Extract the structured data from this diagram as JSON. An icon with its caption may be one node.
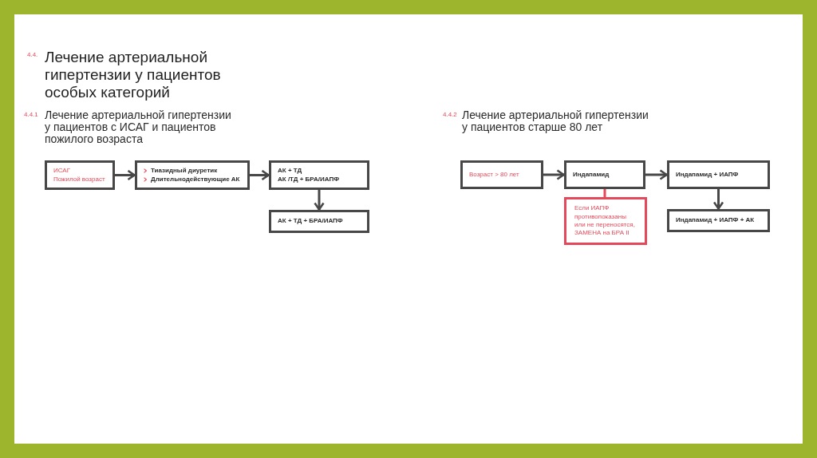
{
  "diagram": {
    "title": "Лечение артериальной гипертензии у пациентов особых категорий",
    "nodes": [
      {
        "text": [
          "ИСАГ",
          "Пожилой возраст"
        ]
      },
      {
        "text": [
          "Тиазидный диуретик",
          "Длительнодействующие АК"
        ]
      },
      {
        "text": [
          "АК + ТД",
          "АК /ТД + БРА/ИАПФ"
        ]
      },
      {
        "text": [
          "АК + ТД + БРА/ИАПФ"
        ]
      },
      {
        "text": [
          "Возраст > 80 лет"
        ]
      },
      {
        "text": [
          "Индапамид"
        ]
      },
      {
        "text": [
          "Если ИАПФ противопоказаны или не переносятся, ЗАМЕНА на БРА II"
        ]
      },
      {
        "text": [
          "Индапамид + ИАПФ"
        ]
      },
      {
        "text": [
          "Индапамид + ИАПФ + АК"
        ]
      }
    ],
    "edges": [
      {
        "from": 0,
        "to": 1,
        "arrow": "to"
      },
      {
        "from": 1,
        "to": 2,
        "arrow": "to"
      },
      {
        "from": 2,
        "to": 3,
        "arrow": "to"
      },
      {
        "from": 4,
        "to": 5,
        "arrow": "to"
      },
      {
        "from": 5,
        "to": 6,
        "arrow": "none",
        "color": "#e5485a"
      },
      {
        "from": 5,
        "to": 7,
        "arrow": "to"
      },
      {
        "from": 7,
        "to": 8,
        "arrow": "to"
      }
    ],
    "labels": [
      "4.4.",
      "4.4.1",
      "Лечение артериальной гипертензии у пациентов с ИСАГ и пациентов пожилого возраста",
      "4.4.2",
      "Лечение артериальной гипертензии у пациентов старше 80 лет"
    ]
  }
}
